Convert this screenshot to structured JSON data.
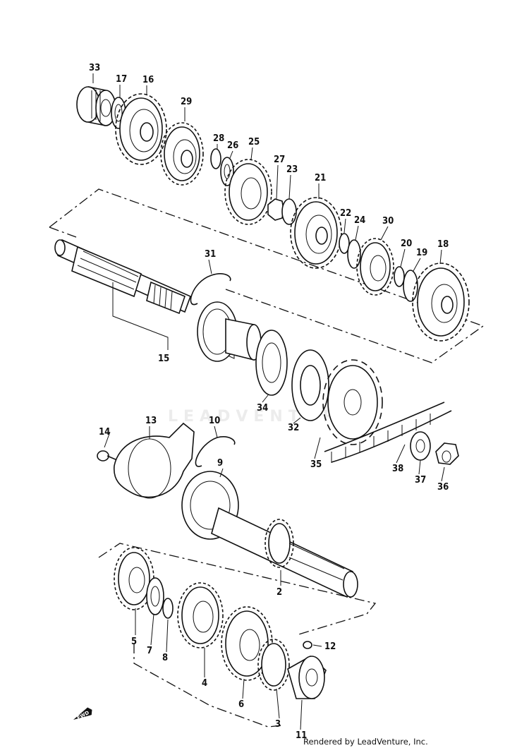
{
  "watermark": "LEADVENTURE",
  "footer": "Rendered by LeadVenture, Inc.",
  "direction_badge": "FWD",
  "callouts": [
    "33",
    "17",
    "16",
    "29",
    "28",
    "26",
    "25",
    "27",
    "23",
    "21",
    "22",
    "24",
    "30",
    "20",
    "19",
    "18",
    "31",
    "15",
    "34",
    "32",
    "35",
    "38",
    "37",
    "36",
    "14",
    "13",
    "10",
    "9",
    "2",
    "5",
    "7",
    "8",
    "4",
    "6",
    "3",
    "11",
    "12"
  ]
}
